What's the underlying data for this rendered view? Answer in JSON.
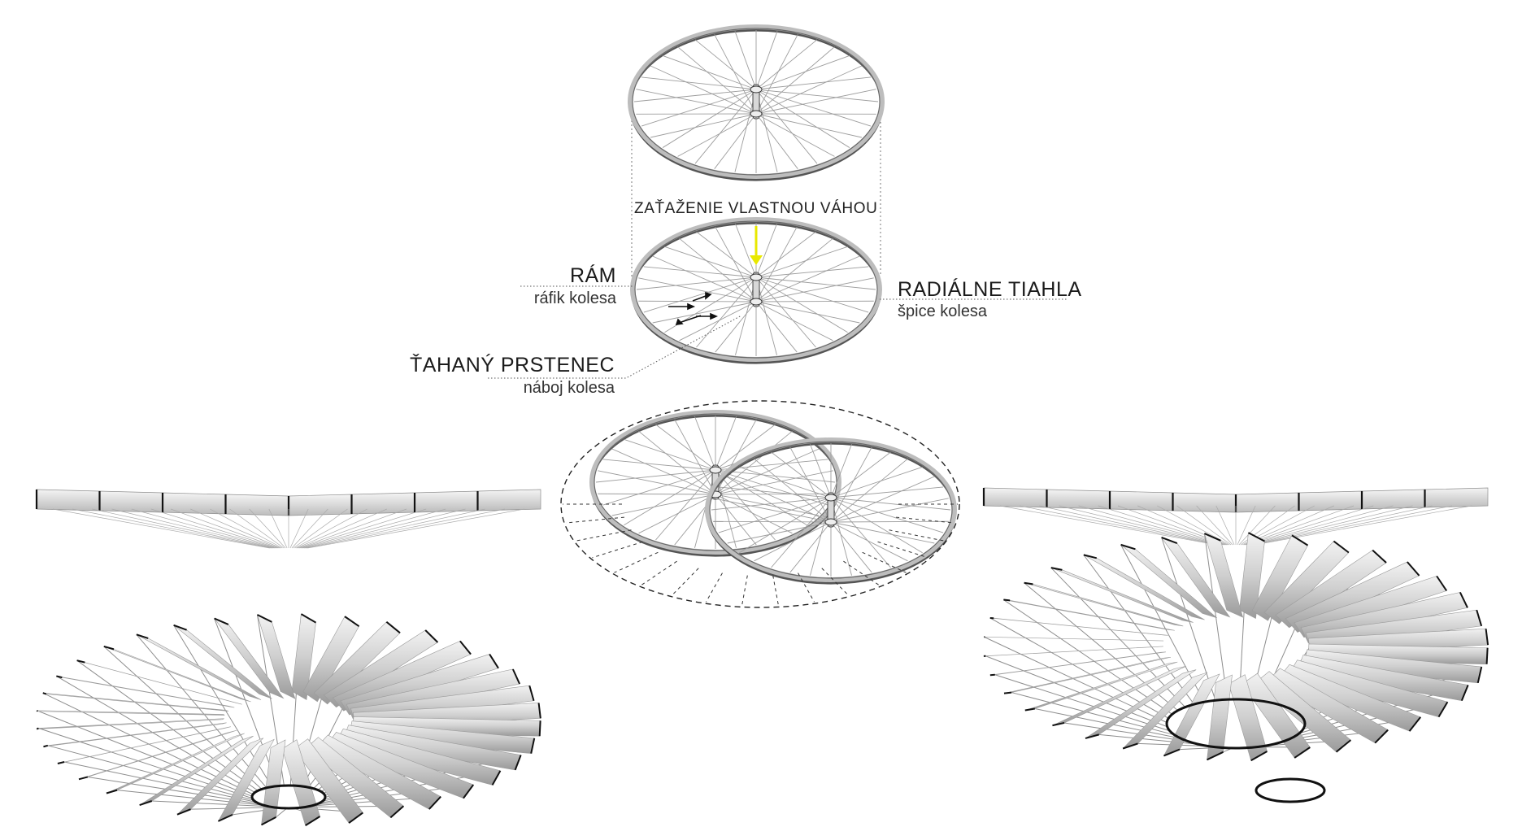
{
  "labels": {
    "load_title": "ZAŤAŽENIE VLASTNOU VÁHOU",
    "frame_title": "RÁM",
    "frame_sub": "ráfik kolesa",
    "spokes_title": "RADIÁLNE TIAHLA",
    "spokes_sub": "špice kolesa",
    "ring_title": "ŤAHANÝ PRSTENEC",
    "ring_sub": "náboj kolesa"
  },
  "colors": {
    "load_arrow": "#e8e800",
    "rim": "#8a8a8a",
    "spoke": "#9a9a9a",
    "text": "#1b1b1b"
  }
}
